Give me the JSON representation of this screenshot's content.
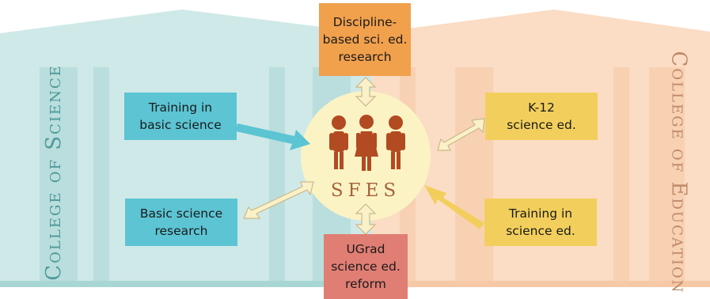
{
  "colors": {
    "science_building": "#cfe9e8",
    "science_building_dark": "#a8d6d4",
    "education_building": "#fbdcc4",
    "education_building_dark": "#f5c8a6",
    "science_box": "#5cc4d3",
    "education_box": "#f2cf5c",
    "research_box": "#f1a04c",
    "ugrad_box": "#e07e73",
    "people": "#b24a22",
    "hub": "#fbf3c4",
    "science_title": "#4f9a9a",
    "education_title": "#c08a6a"
  },
  "left_building": {
    "title": "College of Science"
  },
  "right_building": {
    "title": "College of Education"
  },
  "hub": {
    "label": "SFES"
  },
  "boxes": {
    "top": {
      "text": "Discipline-\nbased sci. ed.\nresearch"
    },
    "bottom": {
      "text": "UGrad\nscience ed.\nreform"
    },
    "left_top": {
      "text": "Training in\nbasic science"
    },
    "left_bottom": {
      "text": "Basic science\nresearch"
    },
    "right_top": {
      "text": "K-12\nscience ed."
    },
    "right_bottom": {
      "text": "Training in\nscience ed."
    }
  }
}
